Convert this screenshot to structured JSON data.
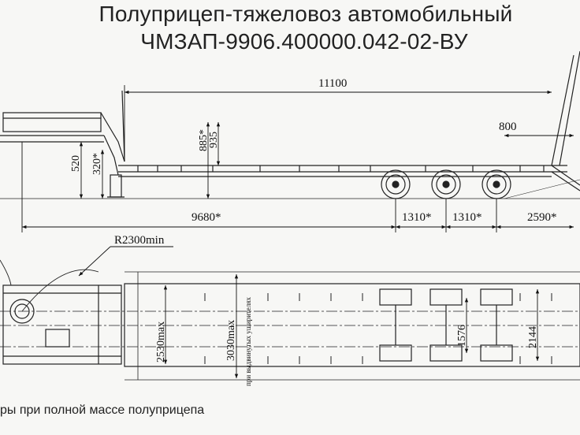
{
  "title_line1": "Полуприцеп-тяжеловоз автомобильный",
  "title_line2": "ЧМЗАП-9906.400000.042-02-ВУ",
  "footer_note": "ры при полной массе полуприцепа",
  "dims": {
    "overall_length": "11100",
    "ramp": "800",
    "h885": "885*",
    "h935": "935",
    "h520": "520",
    "h320": "320*",
    "len9680": "9680*",
    "axle1": "1310*",
    "axle2": "1310*",
    "rear": "2590*",
    "radius": "R2300min",
    "w2530": "2530max",
    "w3030": "3030max",
    "w3030_note": "при выдвинутых уширителях",
    "w1576": "1576",
    "w2144": "2144"
  }
}
